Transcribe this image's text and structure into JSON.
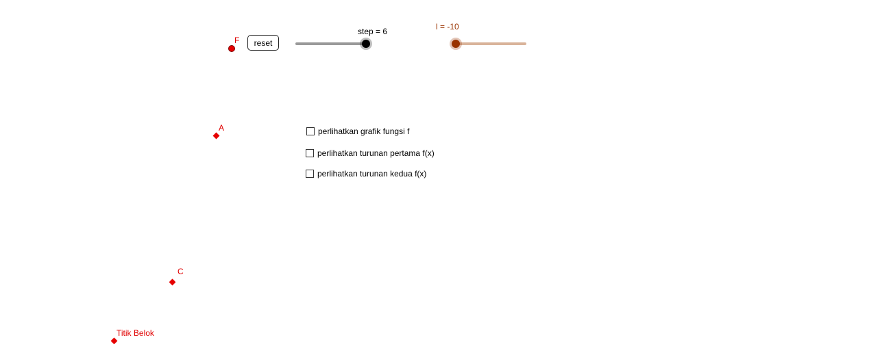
{
  "points": {
    "F": {
      "label": "F"
    },
    "A": {
      "label": "A"
    },
    "C": {
      "label": "C"
    },
    "titik_belok": {
      "label": "Titik Belok"
    }
  },
  "reset_button": {
    "label": "reset"
  },
  "slider_step": {
    "caption": "step = 6",
    "value": 6,
    "fraction": 1.0,
    "track_color": "#999999",
    "knob_color": "#000000"
  },
  "slider_l": {
    "caption": "l = -10",
    "value": -10,
    "fraction": 0.0,
    "track_color": "#d9b39a",
    "knob_color": "#993300",
    "caption_color": "#993300"
  },
  "checkboxes": [
    {
      "label": "perlihatkan grafik fungsi f",
      "checked": false
    },
    {
      "label": "perlihatkan turunan pertama f(x)",
      "checked": false
    },
    {
      "label": "perlihatkan turunan kedua f(x)",
      "checked": false
    }
  ],
  "colors": {
    "point_red": "#e60000"
  }
}
